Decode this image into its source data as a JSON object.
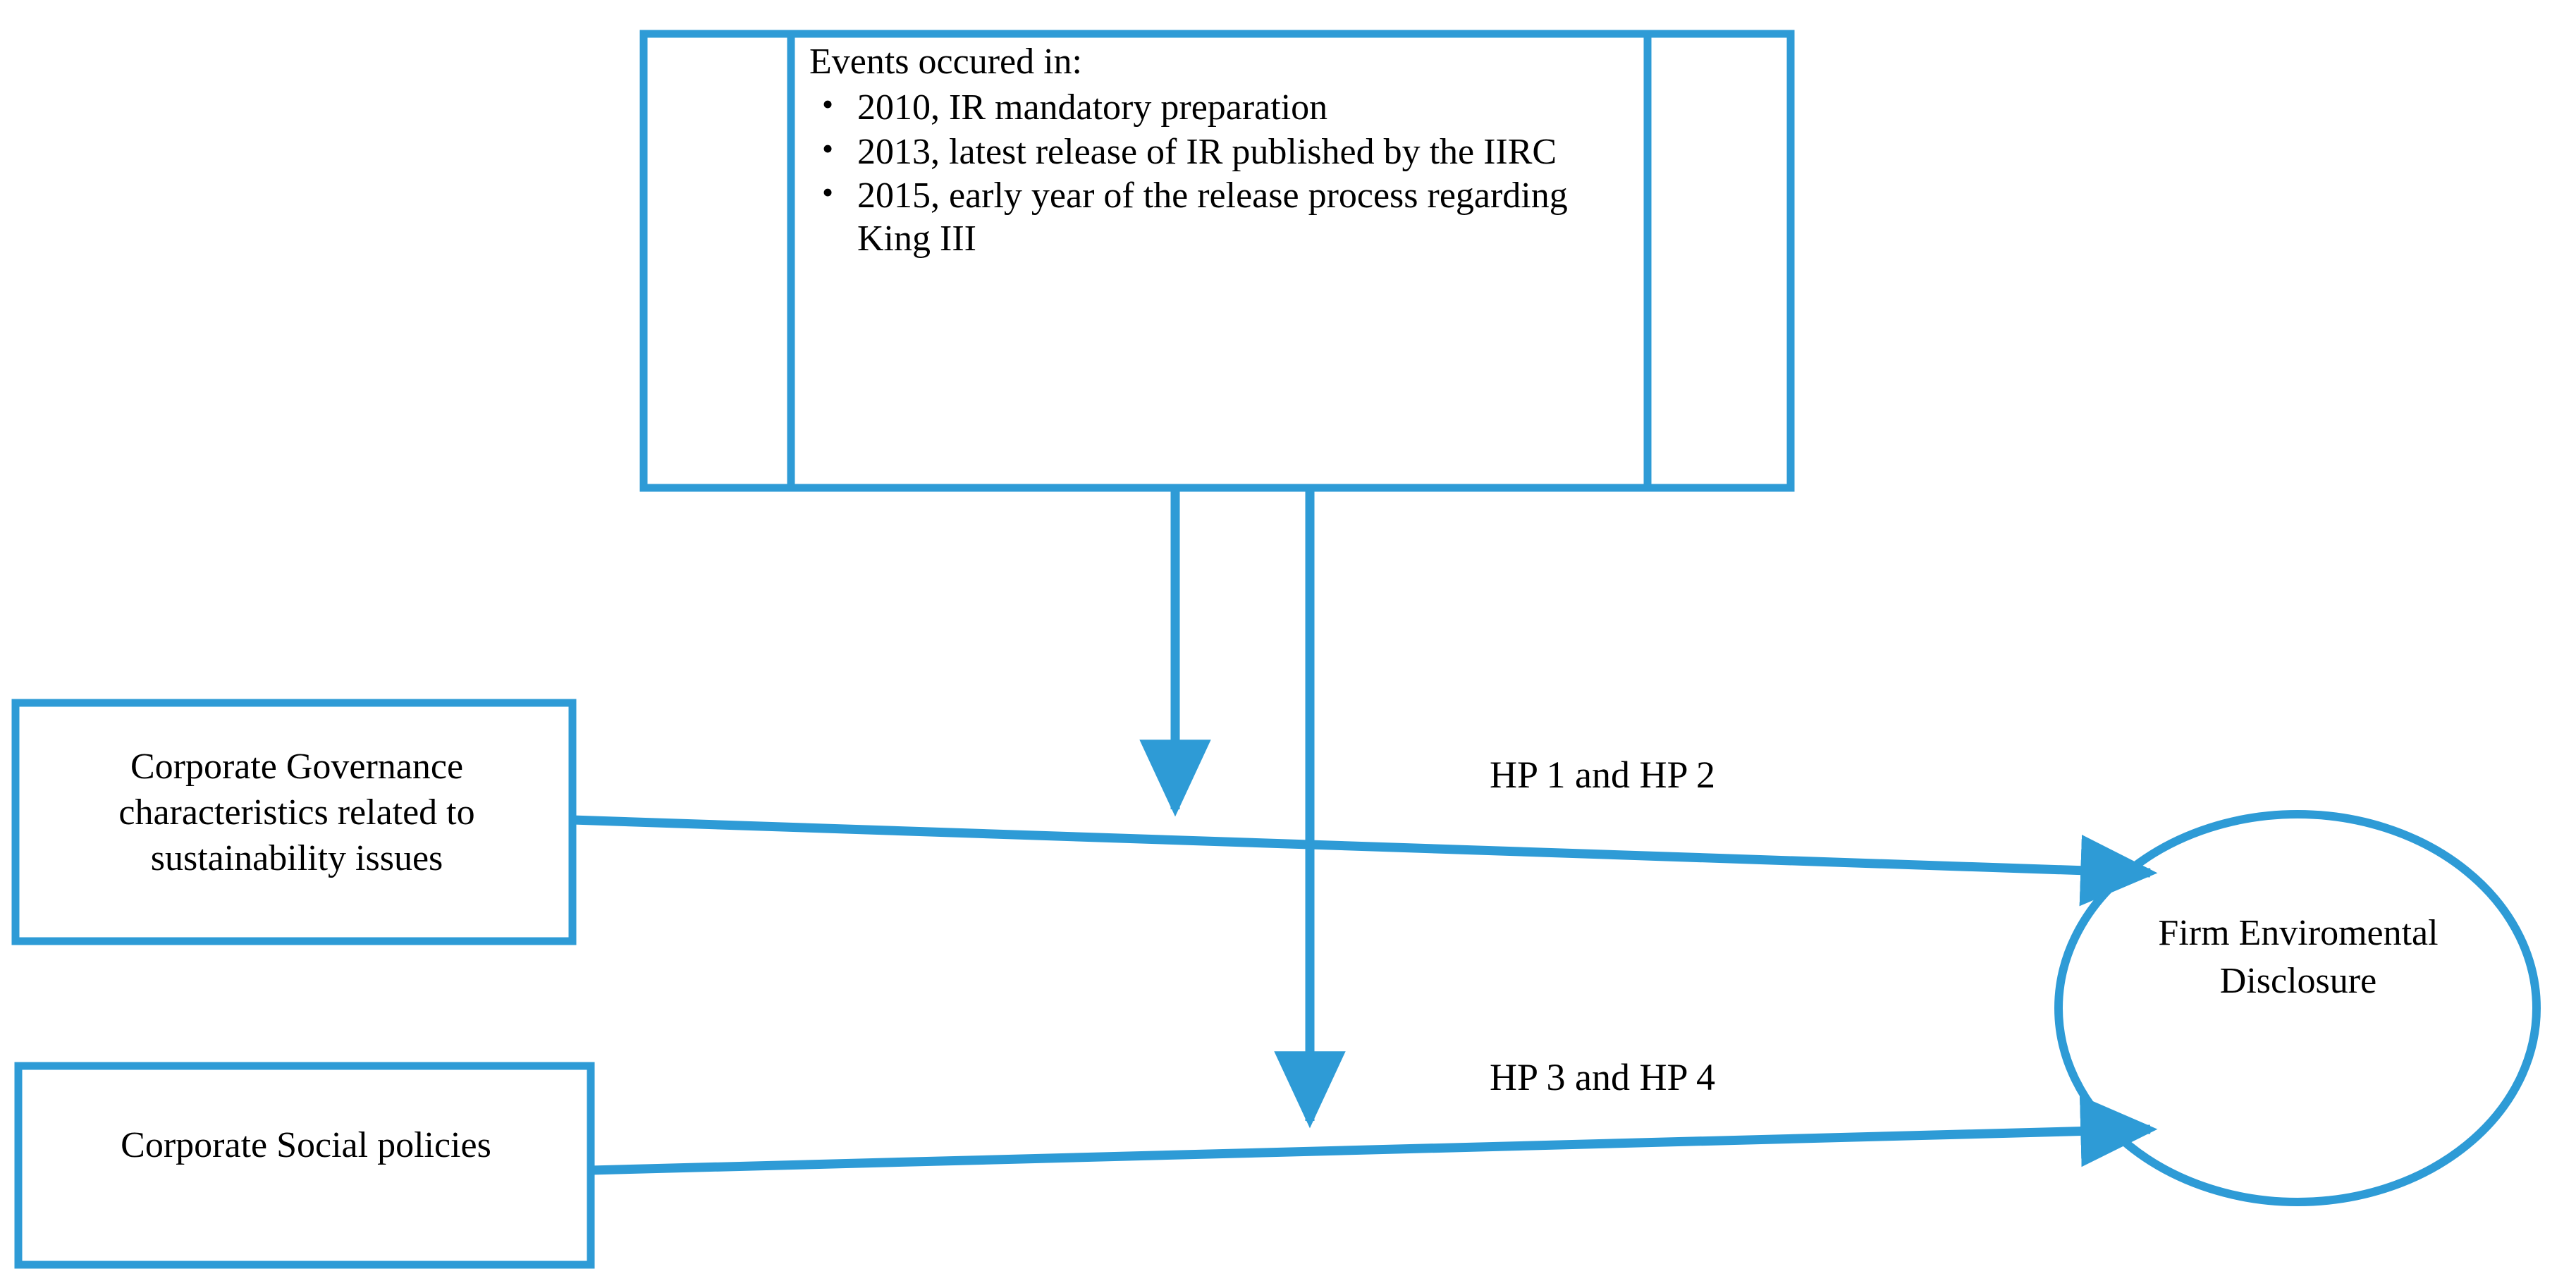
{
  "diagram": {
    "accent_color": "#2E9BD6",
    "text_color": "#000000",
    "background_color": "#FFFFFF",
    "events_table": {
      "heading": "Events occured in:",
      "bullets": [
        "2010, IR mandatory preparation",
        "2013, latest release of IR published by the IIRC",
        "2015, early year of the release process regarding King III"
      ],
      "bullet_glyph": "•",
      "columns": 3
    },
    "nodes": {
      "governance": {
        "label": "Corporate Governance characteristics related to sustainability issues",
        "shape": "rectangle"
      },
      "social": {
        "label": "Corporate Social policies",
        "shape": "rectangle"
      },
      "outcome": {
        "label": "Firm Enviromental Disclosure",
        "shape": "ellipse"
      }
    },
    "edges": [
      {
        "id": "hp-1-2",
        "label": "HP 1 and HP 2",
        "from": "governance",
        "to": "outcome"
      },
      {
        "id": "hp-3-4",
        "label": "HP 3 and HP 4",
        "from": "social",
        "to": "outcome"
      },
      {
        "id": "events-to-hp-1-2",
        "label": "",
        "from": "events_table",
        "to": "hp-1-2"
      },
      {
        "id": "events-to-hp-3-4",
        "label": "",
        "from": "events_table",
        "to": "hp-3-4"
      }
    ]
  }
}
